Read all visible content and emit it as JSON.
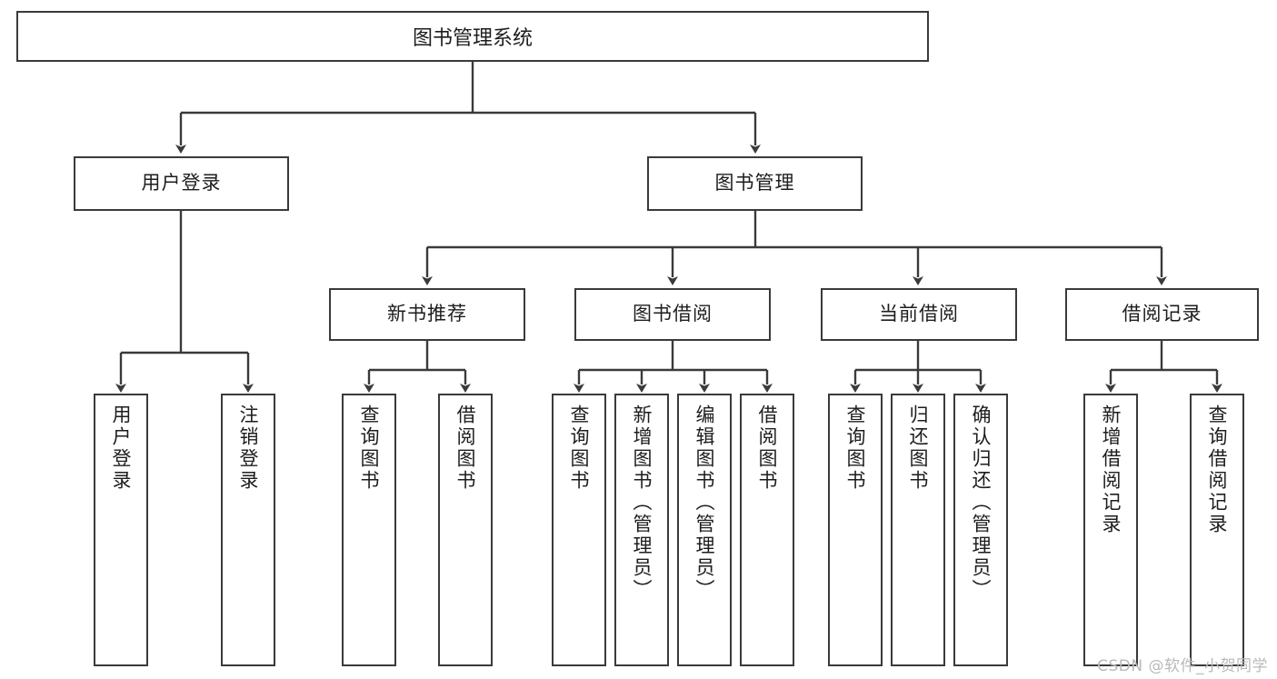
{
  "diagram": {
    "title": "图书管理系统",
    "type": "tree-diagram",
    "watermark": "CSDN @软件_小贺同学",
    "colors": {
      "stroke": "#3a3a3a",
      "fill": "#ffffff",
      "text": "#1d1d1d",
      "watermark": "#b9b9b9"
    },
    "nodes": {
      "root": {
        "label": "图书管理系统"
      },
      "level2": [
        {
          "id": "user-login",
          "label": "用户登录"
        },
        {
          "id": "book-manage",
          "label": "图书管理"
        }
      ],
      "level3": [
        {
          "id": "new-book-rec",
          "label": "新书推荐"
        },
        {
          "id": "book-borrow",
          "label": "图书借阅"
        },
        {
          "id": "current-borrow",
          "label": "当前借阅"
        },
        {
          "id": "borrow-record",
          "label": "借阅记录"
        }
      ],
      "leaves": {
        "user_login": [
          {
            "id": "leaf-user-login",
            "label": "用户登录"
          },
          {
            "id": "leaf-logout",
            "label": "注销登录"
          }
        ],
        "new_book_rec": [
          {
            "id": "leaf-query-book-1",
            "label": "查询图书"
          },
          {
            "id": "leaf-borrow-book-1",
            "label": "借阅图书"
          }
        ],
        "book_borrow": [
          {
            "id": "leaf-query-book-2",
            "label": "查询图书"
          },
          {
            "id": "leaf-add-book",
            "label": "新增图书（管理员）"
          },
          {
            "id": "leaf-edit-book",
            "label": "编辑图书（管理员）"
          },
          {
            "id": "leaf-borrow-book-2",
            "label": "借阅图书"
          }
        ],
        "current_borrow": [
          {
            "id": "leaf-query-book-3",
            "label": "查询图书"
          },
          {
            "id": "leaf-return-book",
            "label": "归还图书"
          },
          {
            "id": "leaf-confirm-return",
            "label": "确认归还（管理员）"
          }
        ],
        "borrow_record": [
          {
            "id": "leaf-add-record",
            "label": "新增借阅记录"
          },
          {
            "id": "leaf-query-record",
            "label": "查询借阅记录"
          }
        ]
      }
    }
  }
}
